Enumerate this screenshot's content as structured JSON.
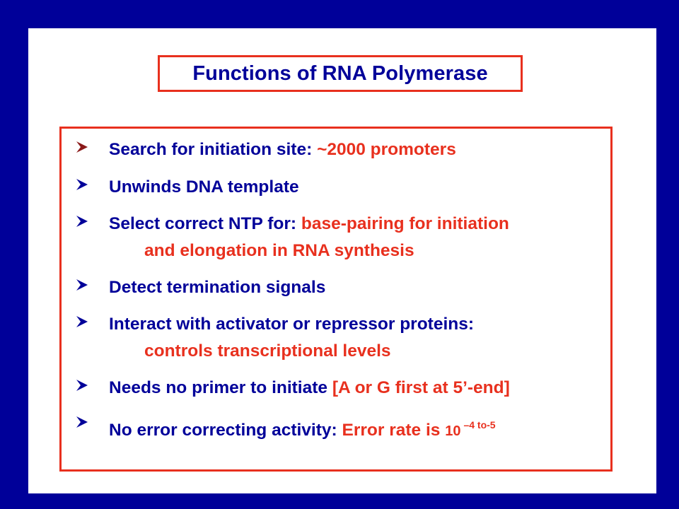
{
  "slide": {
    "title": "Functions of RNA Polymerase",
    "colors": {
      "background": "#000099",
      "heading": "#000099",
      "highlight": "#e8301e",
      "panel": "#ffffff"
    },
    "bullet_icon": "arrowhead-bullet-icon",
    "bullets": [
      {
        "main": "Search for initiation site: ",
        "highlight": "~2000 promoters"
      },
      {
        "main": "Unwinds DNA template"
      },
      {
        "main": "Select correct NTP for:  ",
        "highlight": "base-pairing for initiation",
        "continuation": "and elongation in RNA synthesis"
      },
      {
        "main": "Detect termination signals"
      },
      {
        "main": "Interact with activator or repressor proteins:",
        "continuation": "controls transcriptional levels"
      },
      {
        "main": "Needs no primer to initiate ",
        "highlight": "[A or G first at 5’-end]"
      },
      {
        "main": "No error correcting activity: ",
        "highlight": "Error rate is ",
        "base_number": "10",
        "exponent": "–4 to-5"
      }
    ]
  }
}
